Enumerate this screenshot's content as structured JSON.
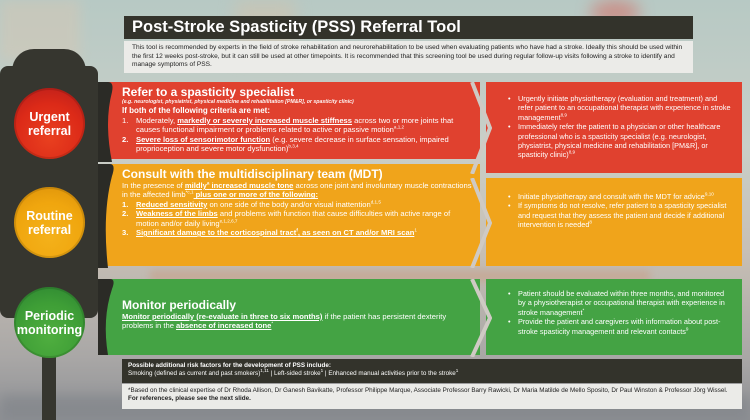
{
  "header": {
    "title": "Post-Stroke Spasticity (PSS) Referral Tool",
    "intro": "This tool is recommended by experts in the field of stroke rehabilitation and neurorehabilitation to be used when evaluating patients who have had a stroke. Ideally this should be used within the first 12 weeks post-stroke, but it can still be used at other timepoints. It is recommended that this screening tool be used during regular follow-up visits following a stroke to identify and manage symptoms of PSS."
  },
  "traffic_light": {
    "lights": [
      {
        "line1": "Urgent",
        "line2": "referral",
        "color": "#dc2a18"
      },
      {
        "line1": "Routine",
        "line2": "referral",
        "color": "#f0a60e"
      },
      {
        "line1": "Periodic",
        "line2": "monitoring",
        "color": "#3e9e36"
      }
    ]
  },
  "colors": {
    "urgent": "#e0412f",
    "routine": "#f0a41b",
    "periodic": "#44a344",
    "dark": "#33332b"
  },
  "urgent": {
    "heading": "Refer to a spasticity specialist",
    "subheading": "(e.g. neurologist, physiatrist, physical medicine and rehabilitation [PM&R], or spasticity clinic)",
    "lead": "If both of the following criteria are met:",
    "criteria": [
      {
        "num": "1.",
        "pre": "Moderately, ",
        "bold": "markedly or severely increased muscle stiffness",
        "post": " across two or more joints that causes functional impairment or problems related to active or passive motion",
        "sup": "a,1,2"
      },
      {
        "num": "2.",
        "pre": "",
        "bold": "Severe loss of sensorimotor function",
        "post": " (e.g. severe decrease in surface sensation, impaired proprioception and severe motor dysfunction)",
        "sup": "b,3,4"
      }
    ],
    "actions": [
      {
        "text": "Urgently initiate physiotherapy (evaluation and treatment) and refer patient to an occupational therapist with experience in stroke management",
        "sup": "8,9"
      },
      {
        "text": "Immediately refer the patient to a physician or other healthcare professional who is a spasticity specialist (e.g. neurologist, physiatrist, physical medicine and rehabilitation [PM&R], or spasticity clinic)",
        "sup": "8,9"
      }
    ]
  },
  "routine": {
    "heading": "Consult with the multidisciplinary team (MDT)",
    "intro_pre": "In the presence of ",
    "intro_bold": "mildly",
    "intro_bold_sup": "a",
    "intro_bold2": " increased muscle tone",
    "intro_mid": " across one joint and involuntary muscle contractions in the affected limb",
    "intro_mid_sup": "*c,1",
    "intro_end": " plus one or more of the following:",
    "criteria": [
      {
        "num": "1.",
        "bold": "Reduced sensitivity",
        "post": " on one side of the body and/or visual inattention",
        "sup": "d,1,5"
      },
      {
        "num": "2.",
        "bold": "Weakness of the limbs",
        "post": " and problems with function that cause difficulties with active range of motion and/or daily living",
        "sup": "e,1,2,6,7"
      },
      {
        "num": "3.",
        "bold": "Significant damage to the corticospinal tract",
        "bold_sup": "f",
        "bold2": ", as seen on CT and/or MRI scan",
        "sup": "1"
      }
    ],
    "actions": [
      {
        "text": "Initiate physiotherapy and consult with the MDT for advice",
        "sup": "9,10"
      },
      {
        "text": "If symptoms do not resolve, refer patient to a spasticity specialist and request that they assess the patient and decide if additional intervention is needed",
        "sup": "8"
      }
    ]
  },
  "periodic": {
    "heading": "Monitor periodically",
    "bold": "Monitor periodically (re-evaluate in three to six months)",
    "mid": " if the patient has persistent dexterity problems in the ",
    "bold2": "absence of increased tone",
    "sup": "*",
    "actions": [
      {
        "text": "Patient should be evaluated within three months, and monitored by a physiotherapist or occupational therapist with experience in stroke management",
        "sup": "*"
      },
      {
        "text": "Provide the patient and caregivers with information about post-stroke spasticity management and relevant contacts",
        "sup": "9"
      }
    ]
  },
  "risk_factors": {
    "title": "Possible additional risk factors for the development of PSS include:",
    "items": [
      {
        "text": "Smoking (defined as current and past smokers)",
        "sup": "1,11"
      },
      {
        "text": "Left-sided stroke",
        "sup": "1"
      },
      {
        "text": "Enhanced manual activities prior to the stroke",
        "sup": "1"
      }
    ],
    "separator": " | "
  },
  "footnote": {
    "text": "*Based on the clinical expertise of Dr Rhoda Allison, Dr Ganesh Bavikatte, Professor Philippe Marque, Associate Professor Barry Rawicki, Dr Maria Matilde de Mello Sposito, Dr Paul Winston & Professor Jörg Wissel. ",
    "bold": "For references, please see the next slide."
  }
}
